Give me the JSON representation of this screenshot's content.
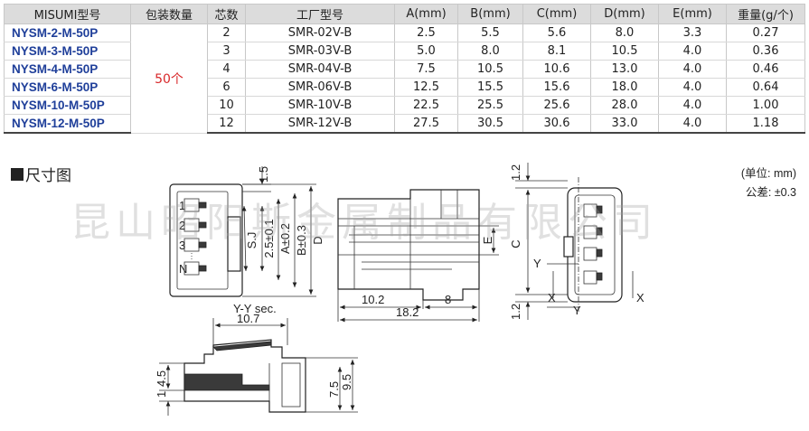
{
  "table": {
    "headers": [
      "MISUMI型号",
      "包装数量",
      "芯数",
      "工厂型号",
      "A(mm)",
      "B(mm)",
      "C(mm)",
      "D(mm)",
      "E(mm)",
      "重量(g/个)"
    ],
    "pack_qty": "50个",
    "rows": [
      [
        "NYSM-2-M-50P",
        "2",
        "SMR-02V-B",
        "2.5",
        "5.5",
        "5.6",
        "8.0",
        "3.3",
        "0.27"
      ],
      [
        "NYSM-3-M-50P",
        "3",
        "SMR-03V-B",
        "5.0",
        "8.0",
        "8.1",
        "10.5",
        "4.0",
        "0.36"
      ],
      [
        "NYSM-4-M-50P",
        "4",
        "SMR-04V-B",
        "7.5",
        "10.5",
        "10.6",
        "13.0",
        "4.0",
        "0.46"
      ],
      [
        "NYSM-6-M-50P",
        "6",
        "SMR-06V-B",
        "12.5",
        "15.5",
        "15.6",
        "18.0",
        "4.0",
        "0.64"
      ],
      [
        "NYSM-10-M-50P",
        "10",
        "SMR-10V-B",
        "22.5",
        "25.5",
        "25.6",
        "28.0",
        "4.0",
        "1.00"
      ],
      [
        "NYSM-12-M-50P",
        "12",
        "SMR-12V-B",
        "27.5",
        "30.5",
        "30.6",
        "33.0",
        "4.0",
        "1.18"
      ]
    ]
  },
  "section": {
    "title": "尺寸图",
    "unit": "(单位: mm)",
    "tolerance": "公差: ±0.3"
  },
  "watermark": "昆山昭阳斯金属制品有限公司",
  "dimensions": {
    "d_1_5": "1.5",
    "d_sj": "S.J",
    "d_pitch": "2.5±0.1",
    "d_a": "A±0.2",
    "d_b": "B±0.3",
    "d_d": "D",
    "d_pin_n": "N",
    "d_pin_3": "3",
    "d_pin_2": "2",
    "d_pin_1": "1",
    "d_e": "E",
    "d_10_2": "10.2",
    "d_8": "8",
    "d_18_2": "18.2",
    "d_c": "C",
    "d_1_2_top": "1.2",
    "d_1_2_bot": "1.2",
    "d_y_left": "Y",
    "d_y_bottom": "Y",
    "d_x_left": "X",
    "d_x_right": "X",
    "d_yy_sec": "Y-Y sec.",
    "d_10_7": "10.7",
    "d_4_5": "4.5",
    "d_1": "1",
    "d_7_5": "7.5",
    "d_9_5": "9.5"
  },
  "colors": {
    "model_text": "#1f3f9a",
    "pack_text": "#d8282a",
    "header_bg": "#dcdcdc"
  }
}
